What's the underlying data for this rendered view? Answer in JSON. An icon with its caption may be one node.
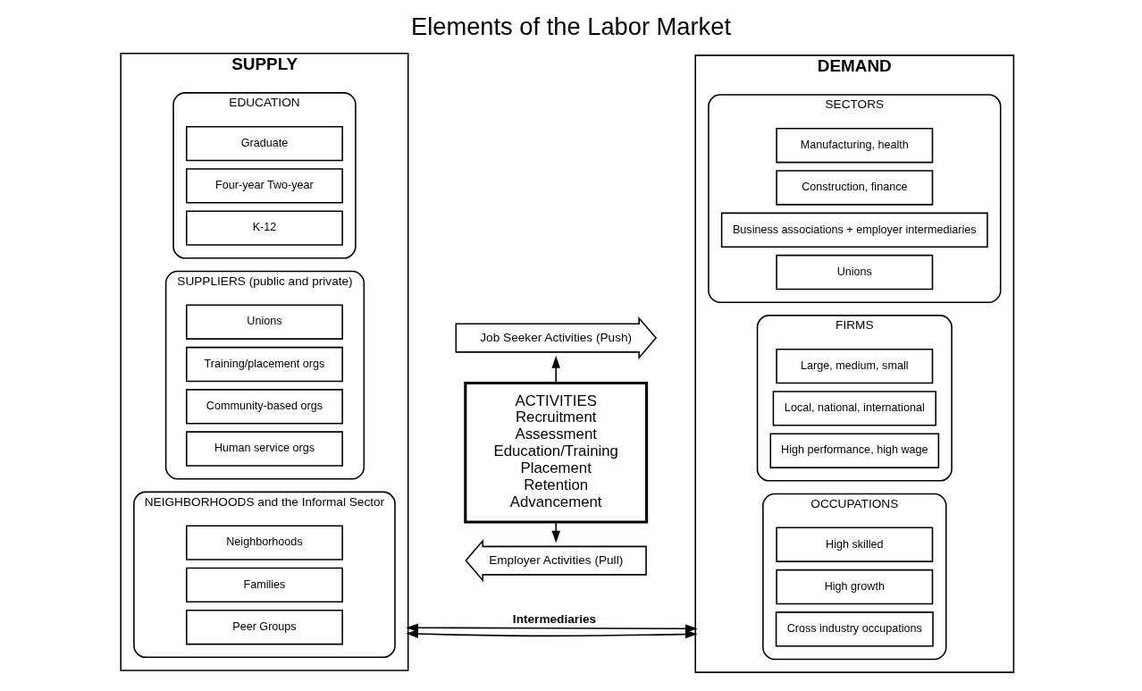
{
  "diagram": {
    "title": "Elements of the Labor Market",
    "nodes": [
      {
        "text": [
          "SUPPLY"
        ]
      },
      {
        "text": [
          "EDUCATION"
        ],
        "in": 0
      },
      {
        "text": [
          "Graduate"
        ],
        "in": 1
      },
      {
        "text": [
          "Four-year Two-year"
        ],
        "in": 1
      },
      {
        "text": [
          "K-12"
        ],
        "in": 1
      },
      {
        "text": [
          "SUPPLIERS (public and private)"
        ],
        "in": 0
      },
      {
        "text": [
          "Training/placement orgs"
        ],
        "in": 5
      },
      {
        "text": [
          "Community-based orgs"
        ],
        "in": 5
      },
      {
        "text": [
          "Unions"
        ],
        "in": 5
      },
      {
        "text": [
          "Human service orgs"
        ],
        "in": 5
      },
      {
        "text": [
          "NEIGHBORHOODS and the Informal Sector"
        ],
        "in": 0
      },
      {
        "text": [
          "Neighborhoods"
        ],
        "in": 10
      },
      {
        "text": [
          "Families"
        ],
        "in": 10
      },
      {
        "text": [
          "Peer Groups"
        ],
        "in": 10
      },
      {
        "text": [
          "Employer Activities (Pull)"
        ]
      },
      {
        "text": [
          "ACTIVITIES",
          "Recruitment",
          "Assessment",
          "Education/Training",
          "Placement",
          "Retention",
          "Advancement"
        ]
      },
      {
        "text": [
          "Job Seeker Activities (Push)"
        ]
      },
      {
        "text": [
          "DEMAND"
        ]
      },
      {
        "text": [
          "SECTORS"
        ],
        "in": 17
      },
      {
        "text": [
          "Manufacturing, health"
        ],
        "in": 18
      },
      {
        "text": [
          "Construction, finance"
        ],
        "in": 18
      },
      {
        "text": [
          "Business associations + employer intermediaries"
        ],
        "in": 18
      },
      {
        "text": [
          "Unions"
        ],
        "in": 18
      },
      {
        "text": [
          "FIRMS"
        ],
        "in": 17
      },
      {
        "text": [
          "Large, medium, small"
        ],
        "in": 23
      },
      {
        "text": [
          "Local, national, international"
        ],
        "in": 23
      },
      {
        "text": [
          "High performance, high wage"
        ],
        "in": 23
      },
      {
        "text": [
          "OCCUPATIONS"
        ],
        "in": 17
      },
      {
        "text": [
          "High growth"
        ],
        "in": 27
      },
      {
        "text": [
          "High skilled"
        ],
        "in": 27
      },
      {
        "text": [
          "Cross industry occupations"
        ],
        "in": 27
      }
    ],
    "edges": [
      {
        "from": 15,
        "to": 14,
        "arrow": "to"
      },
      {
        "from": 15,
        "to": 16,
        "arrow": "to"
      },
      {
        "from": 0,
        "to": 17,
        "arrow": "both"
      },
      {
        "from": 0,
        "to": 17,
        "arrow": "both",
        "label": "Intermediaries"
      }
    ]
  }
}
